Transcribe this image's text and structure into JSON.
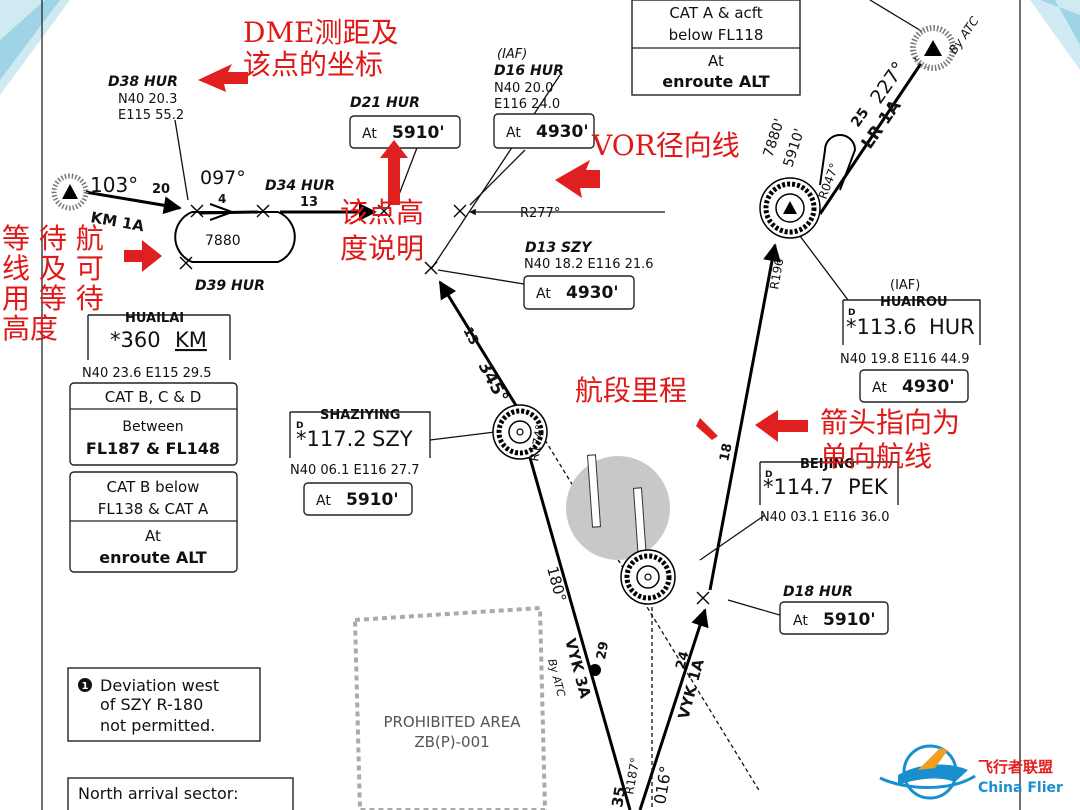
{
  "annotations": {
    "dme_coordinate": [
      "DME测距及",
      "该点的坐标"
    ],
    "altitude_note": [
      "该点高",
      "度说明"
    ],
    "vor_radial": "VOR径向线",
    "holding": [
      "等 待 航",
      "线 及 可",
      "用 等 待",
      "高度"
    ],
    "leg_distance": "航段里程",
    "one_way": [
      "箭头指向为",
      "单向航线"
    ]
  },
  "fixes": {
    "d38": {
      "name": "D38 HUR",
      "lat": "N40 20.3",
      "lon": "E115 55.2"
    },
    "d21": {
      "name": "D21 HUR",
      "alt_prefix": "At",
      "alt": "5910'"
    },
    "d16": {
      "iaf": "(IAF)",
      "name": "D16 HUR",
      "lat": "N40 20.0",
      "lon": "E116 24.0",
      "alt_prefix": "At",
      "alt": "4930'"
    },
    "d34": {
      "name": "D34 HUR"
    },
    "d39": {
      "name": "D39 HUR"
    },
    "d13": {
      "name": "D13 SZY",
      "coord": "N40 18.2 E116 21.6",
      "alt_prefix": "At",
      "alt": "4930'"
    },
    "d18": {
      "name": "D18 HUR",
      "alt_prefix": "At",
      "alt": "5910'"
    }
  },
  "route_labels": {
    "brg_103": "103°",
    "dist_20": "20",
    "km1a": "KM 1A",
    "brg_097": "097°",
    "dist_4": "4",
    "dist_13a": "13",
    "hold_alt": "7880",
    "r277": "R277°",
    "dist_13b": "13",
    "brg_345": "345°",
    "r174": "R174°",
    "r180": "180°",
    "dist_18": "18",
    "r196": "R196°",
    "lr1a": "LR 1A",
    "dist_25": "25",
    "brg_227": "227°",
    "r047": "R047°",
    "alt_7880": "7880'",
    "alt_5910": "5910'",
    "by_atc_top": "By ATC",
    "vyk3a": "VYK 3A",
    "by_atc_bottom": "By ATC",
    "dist_29": "29",
    "vyk1a": "VYK 1A",
    "dist_24": "24",
    "r187": "R187°",
    "brg_016": "016°",
    "dist_35": "35"
  },
  "navaids": {
    "huailai": {
      "name": "HUAILAI",
      "freq": "*360",
      "ident": "KM",
      "coord": "N40 23.6 E115 29.5"
    },
    "shaziying": {
      "name": "SHAZIYING",
      "d": "D",
      "freq": "*117.2",
      "ident": "SZY",
      "coord": "N40 06.1 E116 27.7",
      "alt_prefix": "At",
      "alt": "5910'"
    },
    "huairou": {
      "iaf": "(IAF)",
      "name": "HUAIROU",
      "d": "D",
      "freq": "*113.6",
      "ident": "HUR",
      "coord": "N40 19.8 E116 44.9",
      "alt_prefix": "At",
      "alt": "4930'"
    },
    "beijing": {
      "name": "BEIJING",
      "d": "D",
      "freq": "*114.7",
      "ident": "PEK",
      "coord": "N40 03.1 E116 36.0"
    }
  },
  "boxes": {
    "top_cat_a": {
      "line1": "CAT A & acft",
      "line2": "below FL118",
      "line3": "At",
      "line4": "enroute ALT"
    },
    "cat_bcd": {
      "title": "CAT B, C & D",
      "line1": "Between",
      "line2": "FL187 & FL148"
    },
    "cat_b_below": {
      "line1": "CAT B below",
      "line2": "FL138 & CAT A",
      "line3": "At",
      "line4": "enroute ALT"
    }
  },
  "notes": {
    "deviation": {
      "num": "1",
      "line1": "Deviation west",
      "line2": "of SZY R-180",
      "line3": "not permitted."
    },
    "north_arrival": "North arrival sector:"
  },
  "prohibited": {
    "line1": "PROHIBITED AREA",
    "line2": "ZB(P)-001"
  },
  "logo": {
    "cn": "飞行者联盟",
    "en": "China Flier"
  },
  "colors": {
    "annotation": "#e01818",
    "slide_accent": "#3fa6c8",
    "logo_blue": "#1a8fd0"
  }
}
